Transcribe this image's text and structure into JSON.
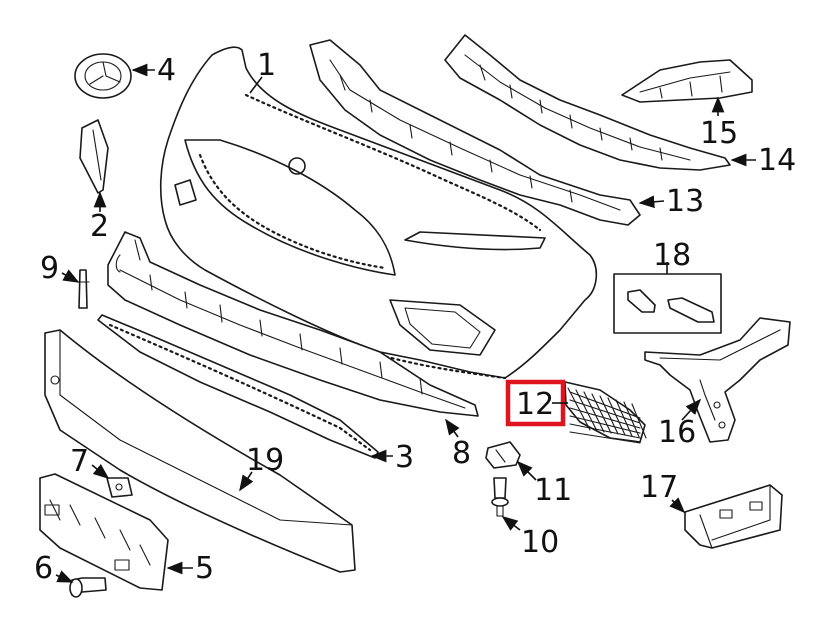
{
  "diagram": {
    "highlight_color": "#e0141e",
    "highlighted_part": "12",
    "parts": [
      {
        "id": "p1",
        "label": "1"
      },
      {
        "id": "p2",
        "label": "2"
      },
      {
        "id": "p3",
        "label": "3"
      },
      {
        "id": "p4",
        "label": "4"
      },
      {
        "id": "p5",
        "label": "5"
      },
      {
        "id": "p6",
        "label": "6"
      },
      {
        "id": "p7",
        "label": "7"
      },
      {
        "id": "p8",
        "label": "8"
      },
      {
        "id": "p9",
        "label": "9"
      },
      {
        "id": "p10",
        "label": "10"
      },
      {
        "id": "p11",
        "label": "11"
      },
      {
        "id": "p12",
        "label": "12"
      },
      {
        "id": "p13",
        "label": "13"
      },
      {
        "id": "p14",
        "label": "14"
      },
      {
        "id": "p15",
        "label": "15"
      },
      {
        "id": "p16",
        "label": "16"
      },
      {
        "id": "p17",
        "label": "17"
      },
      {
        "id": "p18",
        "label": "18"
      },
      {
        "id": "p19",
        "label": "19"
      }
    ]
  }
}
